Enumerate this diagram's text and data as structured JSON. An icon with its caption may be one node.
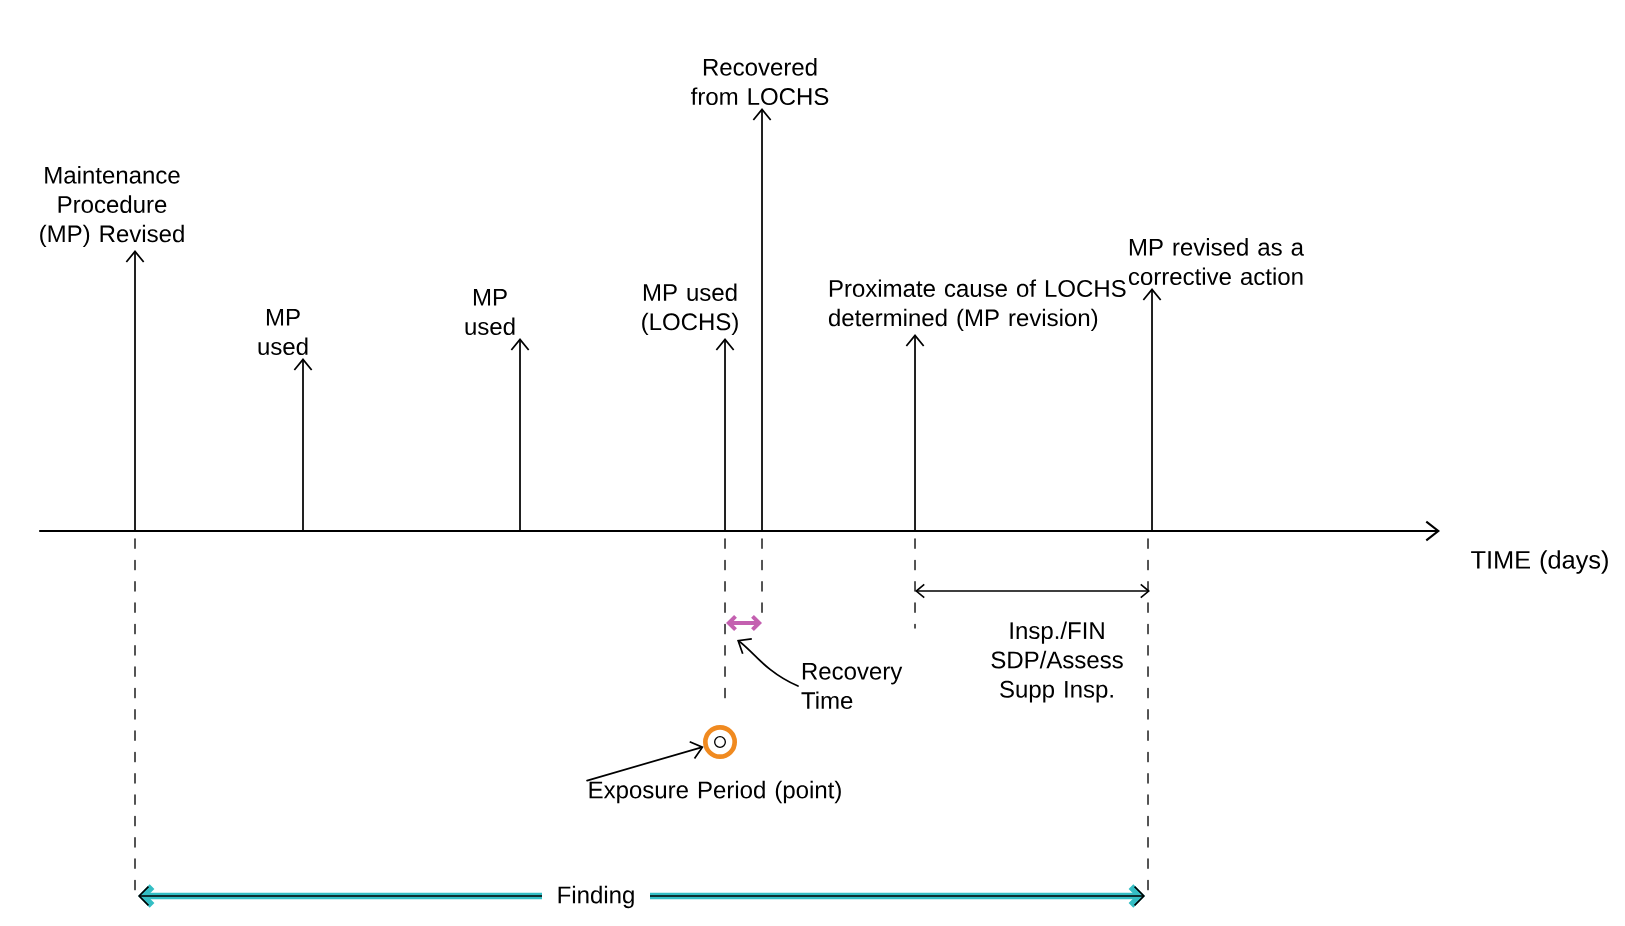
{
  "diagram": {
    "nodes": [
      {
        "text": [
          "Maintenance Procedure (MP) Revised"
        ]
      },
      {
        "text": [
          "MP used"
        ]
      },
      {
        "text": [
          "MP used"
        ]
      },
      {
        "text": [
          "MP used (LOCHS)"
        ]
      },
      {
        "text": [
          "Recovered from LOCHS"
        ]
      },
      {
        "text": [
          "Proximate cause of LOCHS determined (MP revision)"
        ]
      },
      {
        "text": [
          "MP revised as a corrective action"
        ]
      },
      {
        "text": [
          "Recovery Time"
        ]
      },
      {
        "text": [],
        "shape": "circle"
      },
      {
        "text": [
          "Exposure Period (point)"
        ]
      }
    ],
    "edges": [
      {
        "from": null,
        "to": 0,
        "arrow": "to"
      },
      {
        "from": null,
        "to": 1,
        "arrow": "to"
      },
      {
        "from": null,
        "to": 2,
        "arrow": "to"
      },
      {
        "from": null,
        "to": 3,
        "arrow": "to"
      },
      {
        "from": null,
        "to": 4,
        "arrow": "to"
      },
      {
        "from": null,
        "to": 5,
        "arrow": "to"
      },
      {
        "from": null,
        "to": 6,
        "arrow": "to"
      },
      {
        "from": 7,
        "to": null,
        "arrow": "to"
      },
      {
        "from": 9,
        "to": 8,
        "arrow": "to"
      }
    ],
    "labels": [
      "TIME (days)",
      "Insp./FIN SDP/Assess Supp Insp.",
      "Finding"
    ]
  }
}
